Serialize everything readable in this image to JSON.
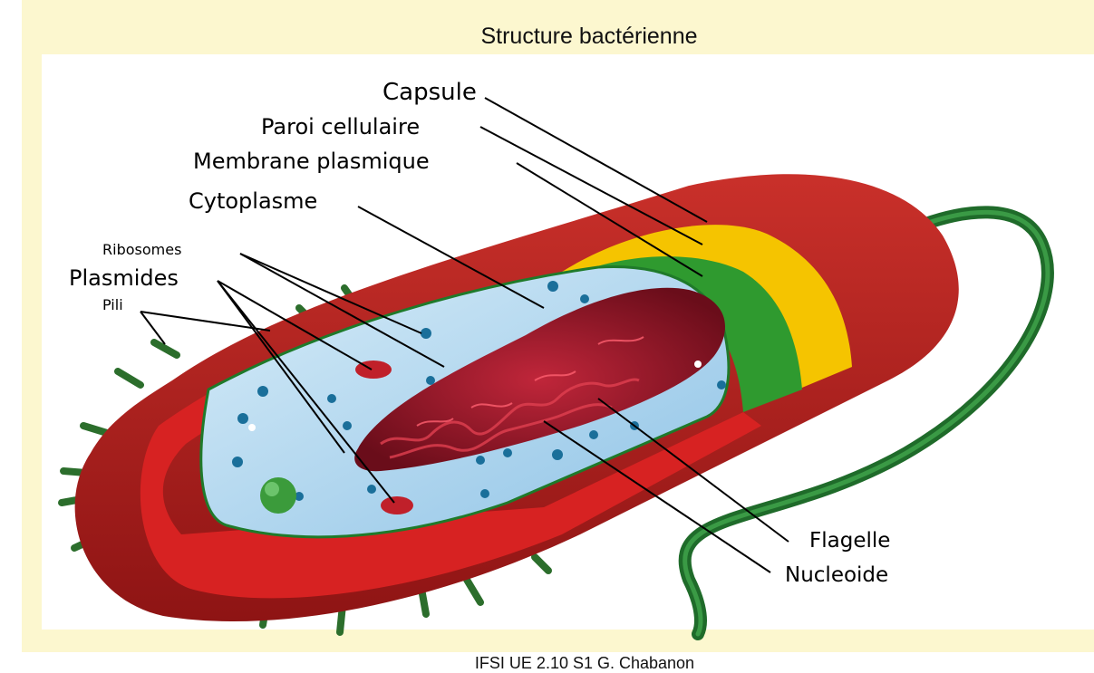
{
  "slide": {
    "title": "Structure bactérienne",
    "footer": "IFSI UE 2.10 S1 G. Chabanon"
  },
  "labels": {
    "capsule": "Capsule",
    "paroi": "Paroi cellulaire",
    "membrane": "Membrane plasmique",
    "cytoplasme": "Cytoplasme",
    "ribosomes": "Ribosomes",
    "plasmides": "Plasmides",
    "pili": "Pili",
    "flagelle": "Flagelle",
    "nucleoide": "Nucleoide"
  },
  "colors": {
    "capsule": "#b81c1c",
    "paroi": "#f5c400",
    "membrane": "#2f9a2f",
    "cytoplasm": "#b9dcf2",
    "flagellum": "#1f6b2a",
    "nucleoid": "#8a1020"
  }
}
